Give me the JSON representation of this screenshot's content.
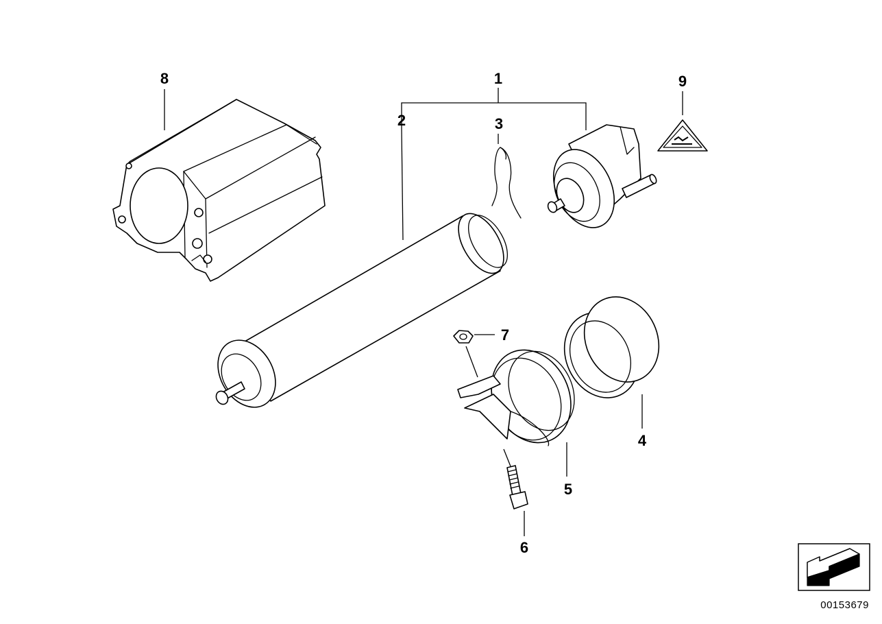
{
  "labels": {
    "p1": "1",
    "p2": "2",
    "p3": "3",
    "p4": "4",
    "p5": "5",
    "p6": "6",
    "p7": "7",
    "p8": "8",
    "p9": "9"
  },
  "reference_number": "00153679",
  "icons": {
    "warning_symbol": "warning-triangle-icon",
    "orientation_arrow": "direction-arrow-icon"
  }
}
